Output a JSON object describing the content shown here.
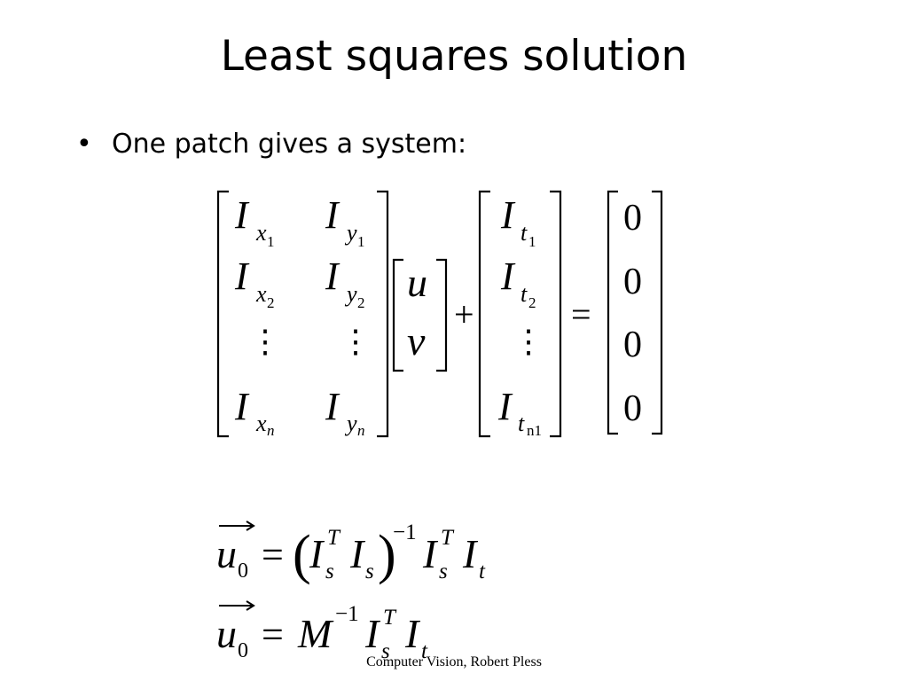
{
  "slide": {
    "title": "Least squares solution",
    "bullet": "One patch gives a system:",
    "footer": "Computer Vision, Robert Pless"
  },
  "equation": {
    "matrix_rows": [
      {
        "a": "I",
        "a_sub": "x",
        "a_idx": "1",
        "b": "I",
        "b_sub": "y",
        "b_idx": "1"
      },
      {
        "a": "I",
        "a_sub": "x",
        "a_idx": "2",
        "b": "I",
        "b_sub": "y",
        "b_idx": "2"
      },
      {
        "a": "I",
        "a_sub": "x",
        "a_idx": "n",
        "b": "I",
        "b_sub": "y",
        "b_idx": "n"
      }
    ],
    "vdots": "⋮",
    "vector": [
      "u",
      "v"
    ],
    "plus": "+",
    "equals": "=",
    "time_rows": [
      {
        "sym": "I",
        "sub": "t",
        "idx": "1"
      },
      {
        "sym": "I",
        "sub": "t",
        "idx": "2"
      },
      {
        "sym": "I",
        "sub": "t",
        "idx": "n1"
      }
    ],
    "zeros": [
      "0",
      "0",
      "0",
      "0"
    ]
  },
  "formulas": {
    "u": "u",
    "u_sub": "0",
    "equals": "=",
    "I": "I",
    "s": "s",
    "t": "t",
    "T": "T",
    "inv": "−1",
    "M": "M",
    "lparen": "(",
    "rparen": ")"
  }
}
